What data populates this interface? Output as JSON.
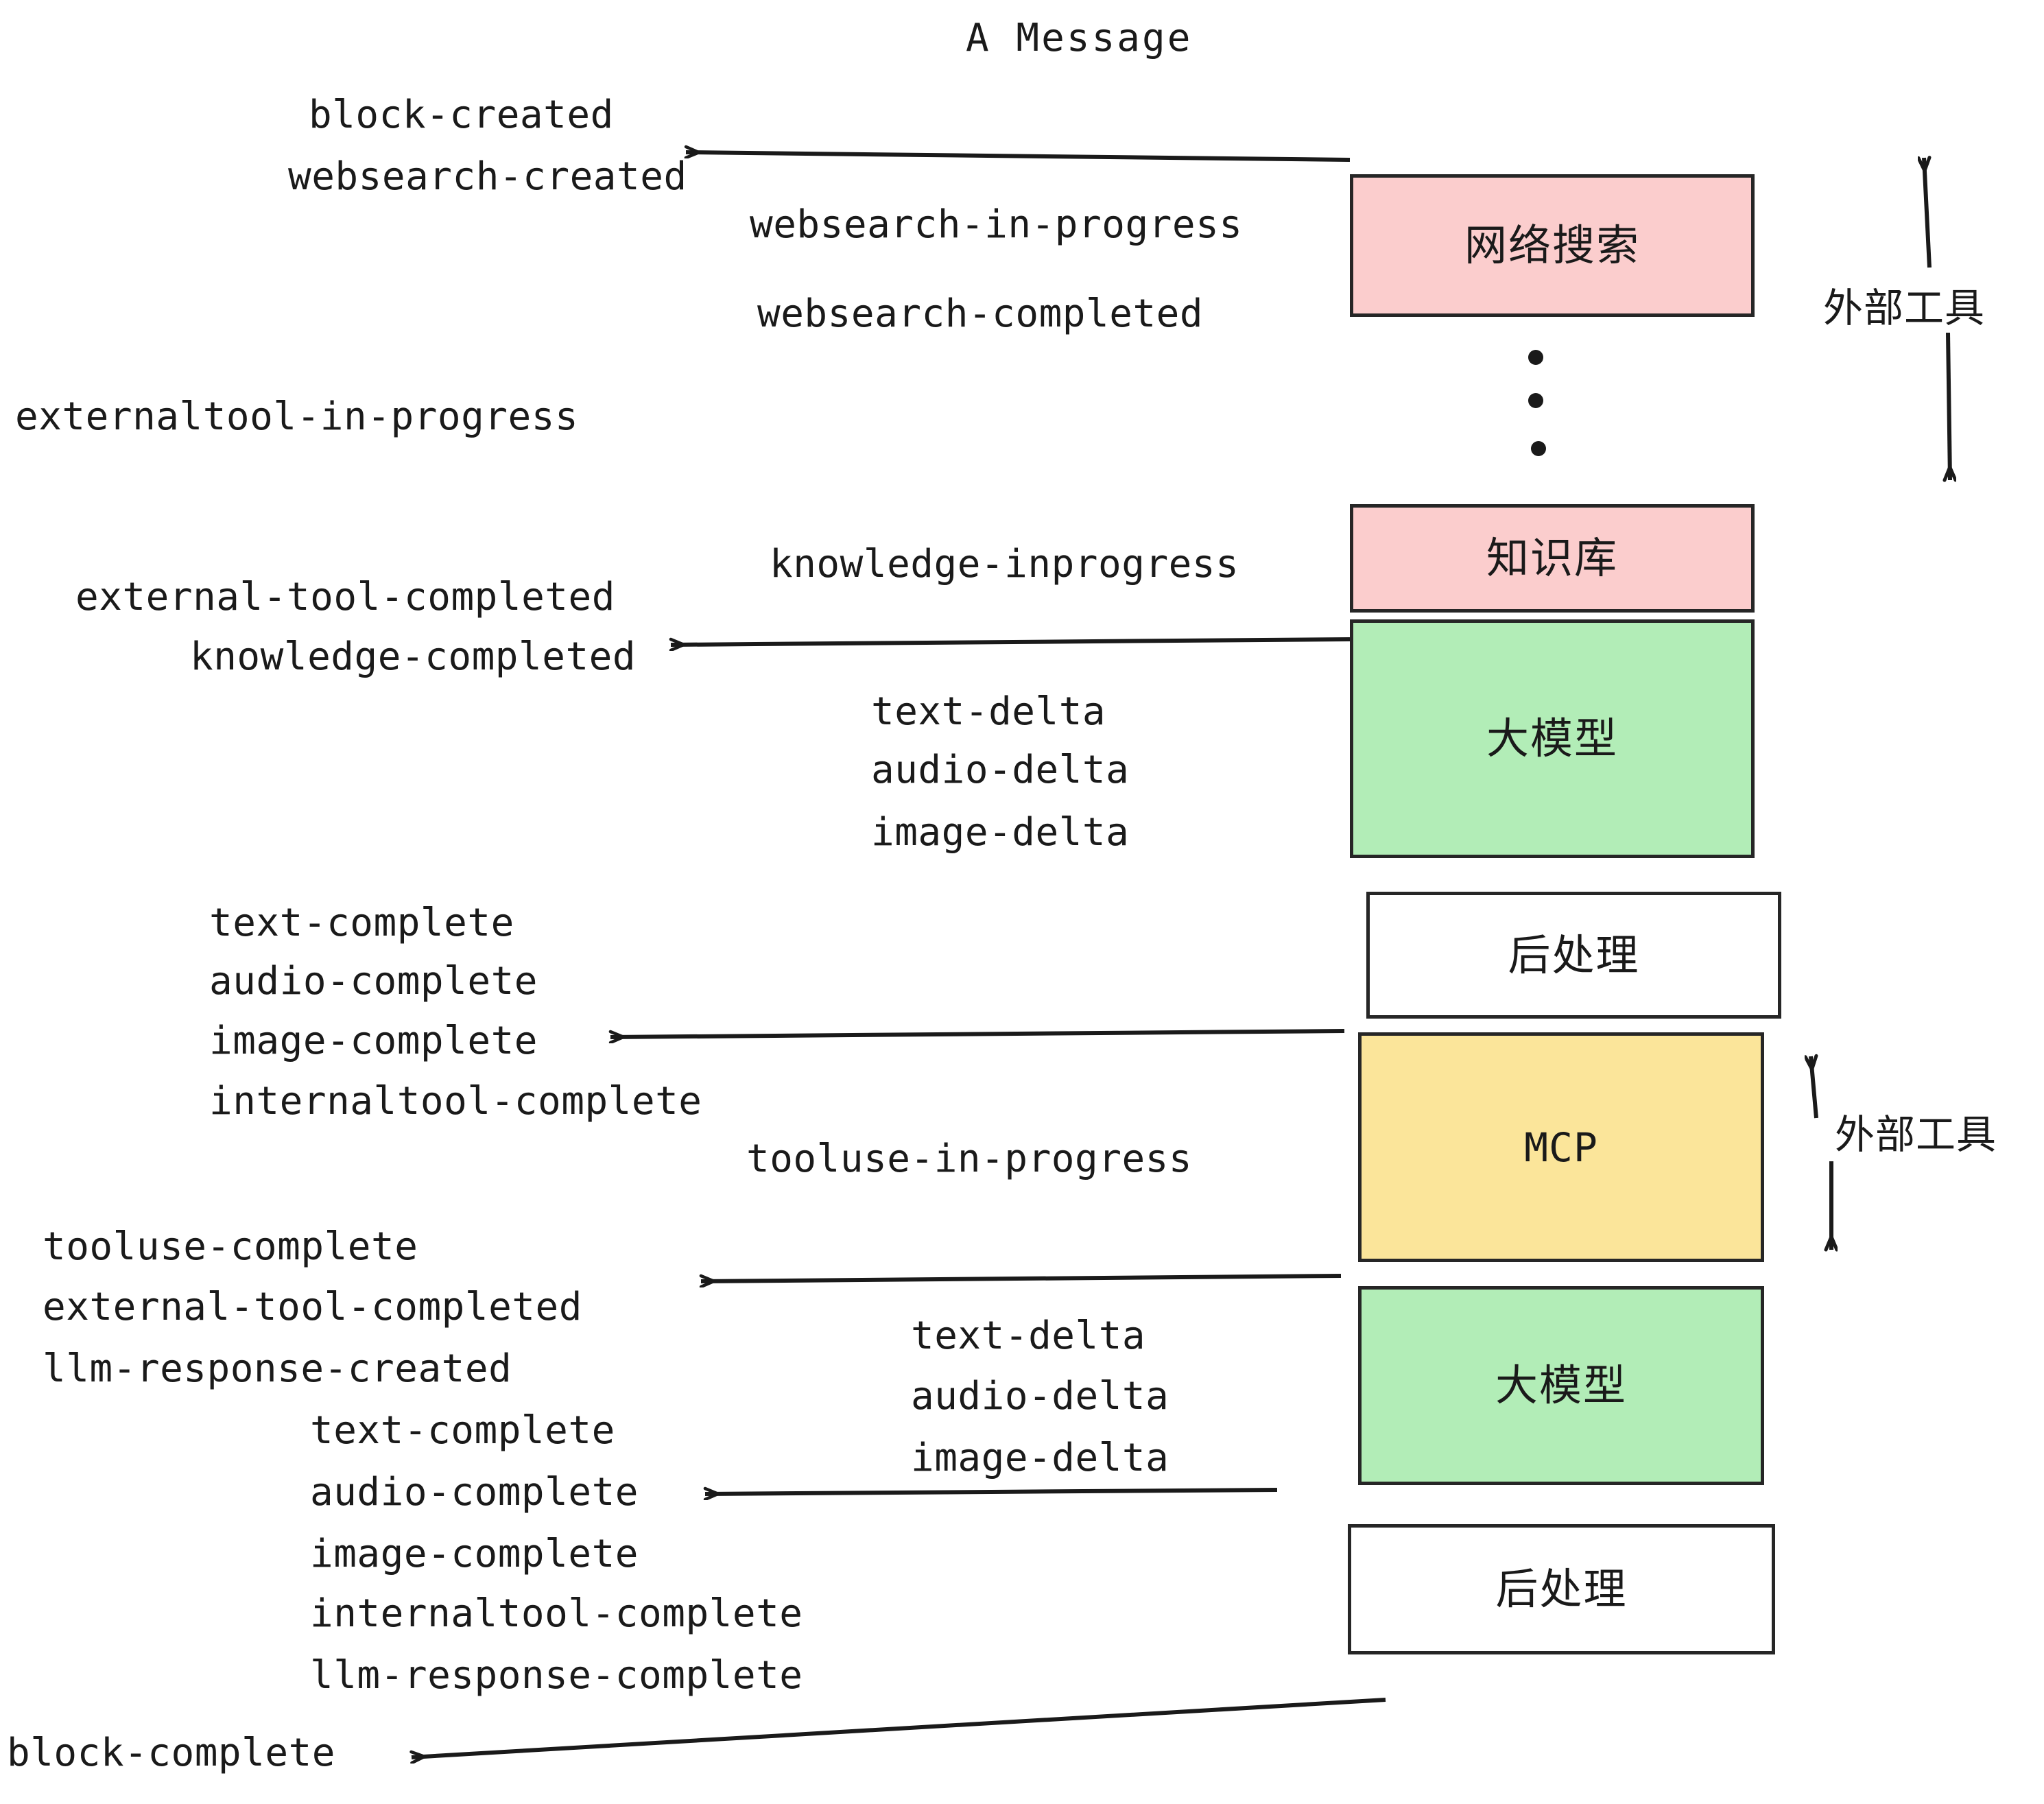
{
  "diagram": {
    "title": "A Message",
    "background": "#ffffff",
    "stroke": "#262626",
    "text_color": "#1a1a1a",
    "colors": {
      "tool_pink": "#fbcdcd",
      "llm_green": "#b2edb7",
      "mcp_yellow": "#fbe59a",
      "postprocess_white": "#ffffff"
    }
  },
  "nodes": [
    {
      "id": "websearch",
      "label": "网络搜索",
      "fill": "#fbcdcd",
      "mono": false
    },
    {
      "id": "knowledge",
      "label": "知识库",
      "fill": "#fbcdcd",
      "mono": false
    },
    {
      "id": "llm-top",
      "label": "大模型",
      "fill": "#b2edb7",
      "mono": false
    },
    {
      "id": "postprocess-top",
      "label": "后处理",
      "fill": "#ffffff",
      "mono": false
    },
    {
      "id": "mcp",
      "label": "MCP",
      "fill": "#fbe59a",
      "mono": true
    },
    {
      "id": "llm-bottom",
      "label": "大模型",
      "fill": "#b2edb7",
      "mono": false
    },
    {
      "id": "postprocess-bottom",
      "label": "后处理",
      "fill": "#ffffff",
      "mono": false
    }
  ],
  "side_labels": [
    {
      "id": "external-tools-top",
      "label": "外部工具"
    },
    {
      "id": "external-tools-bottom",
      "label": "外部工具"
    }
  ],
  "events": [
    {
      "id": "e01",
      "text": "block-created"
    },
    {
      "id": "e02",
      "text": "websearch-created"
    },
    {
      "id": "e03",
      "text": "websearch-in-progress"
    },
    {
      "id": "e04",
      "text": "websearch-completed"
    },
    {
      "id": "e05",
      "text": "externaltool-in-progress"
    },
    {
      "id": "e06",
      "text": "knowledge-inprogress"
    },
    {
      "id": "e07",
      "text": "external-tool-completed"
    },
    {
      "id": "e08",
      "text": "knowledge-completed"
    },
    {
      "id": "e09",
      "text": "text-delta"
    },
    {
      "id": "e10",
      "text": "audio-delta"
    },
    {
      "id": "e11",
      "text": "image-delta"
    },
    {
      "id": "e12",
      "text": "text-complete"
    },
    {
      "id": "e13",
      "text": "audio-complete"
    },
    {
      "id": "e14",
      "text": "image-complete"
    },
    {
      "id": "e15",
      "text": "internaltool-complete"
    },
    {
      "id": "e16",
      "text": "tooluse-in-progress"
    },
    {
      "id": "e17",
      "text": "tooluse-complete"
    },
    {
      "id": "e18",
      "text": "external-tool-completed"
    },
    {
      "id": "e19",
      "text": "llm-response-created"
    },
    {
      "id": "e20",
      "text": "text-complete"
    },
    {
      "id": "e21",
      "text": "audio-complete"
    },
    {
      "id": "e22",
      "text": "image-complete"
    },
    {
      "id": "e23",
      "text": "internaltool-complete"
    },
    {
      "id": "e24",
      "text": "llm-response-complete"
    },
    {
      "id": "e25",
      "text": "text-delta"
    },
    {
      "id": "e26",
      "text": "audio-delta"
    },
    {
      "id": "e27",
      "text": "image-delta"
    },
    {
      "id": "e28",
      "text": "block-complete"
    }
  ]
}
